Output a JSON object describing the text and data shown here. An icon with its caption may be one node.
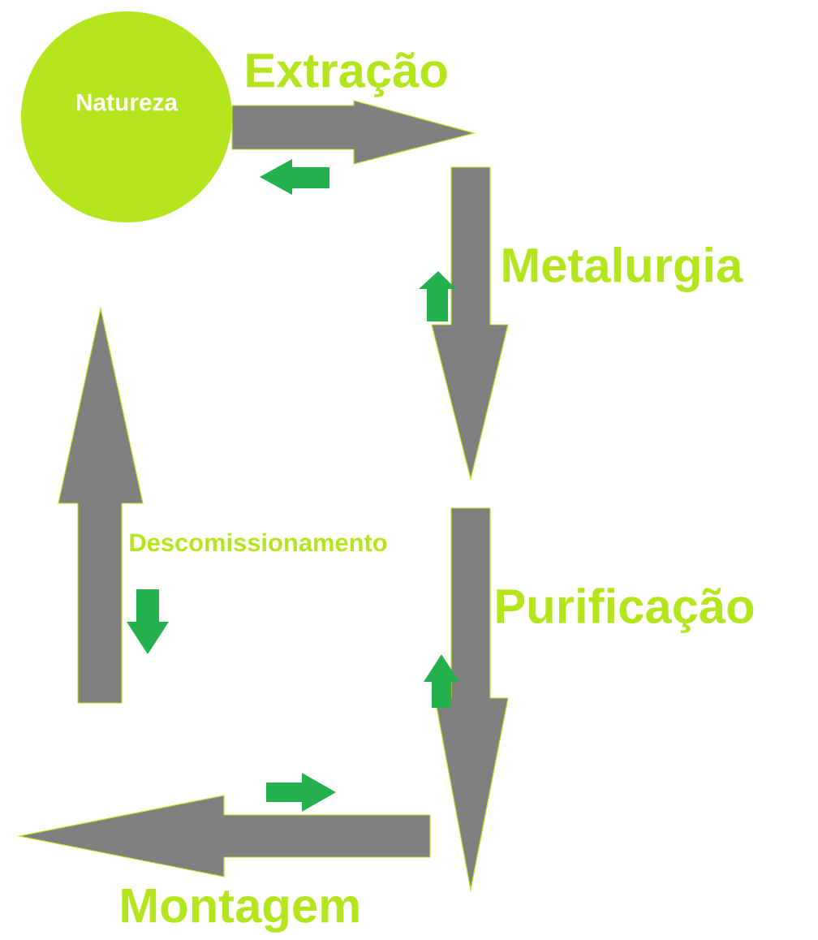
{
  "diagram": {
    "nodes": [
      {
        "text": [
          "Natureza"
        ]
      },
      {
        "text": [
          "Extração"
        ]
      },
      {
        "text": [
          "Metalurgia"
        ]
      },
      {
        "text": [
          "Purificação"
        ]
      },
      {
        "text": [
          "Montagem"
        ]
      },
      {
        "text": [
          "Descomissionamento"
        ]
      }
    ],
    "edges": [
      {
        "from": 0,
        "to": 1,
        "arrow": "to"
      },
      {
        "from": 1,
        "to": 2,
        "arrow": "to"
      },
      {
        "from": 2,
        "to": 3,
        "arrow": "to"
      },
      {
        "from": 3,
        "to": 4,
        "arrow": "to"
      },
      {
        "from": 5,
        "to": 0,
        "arrow": "to"
      }
    ]
  }
}
